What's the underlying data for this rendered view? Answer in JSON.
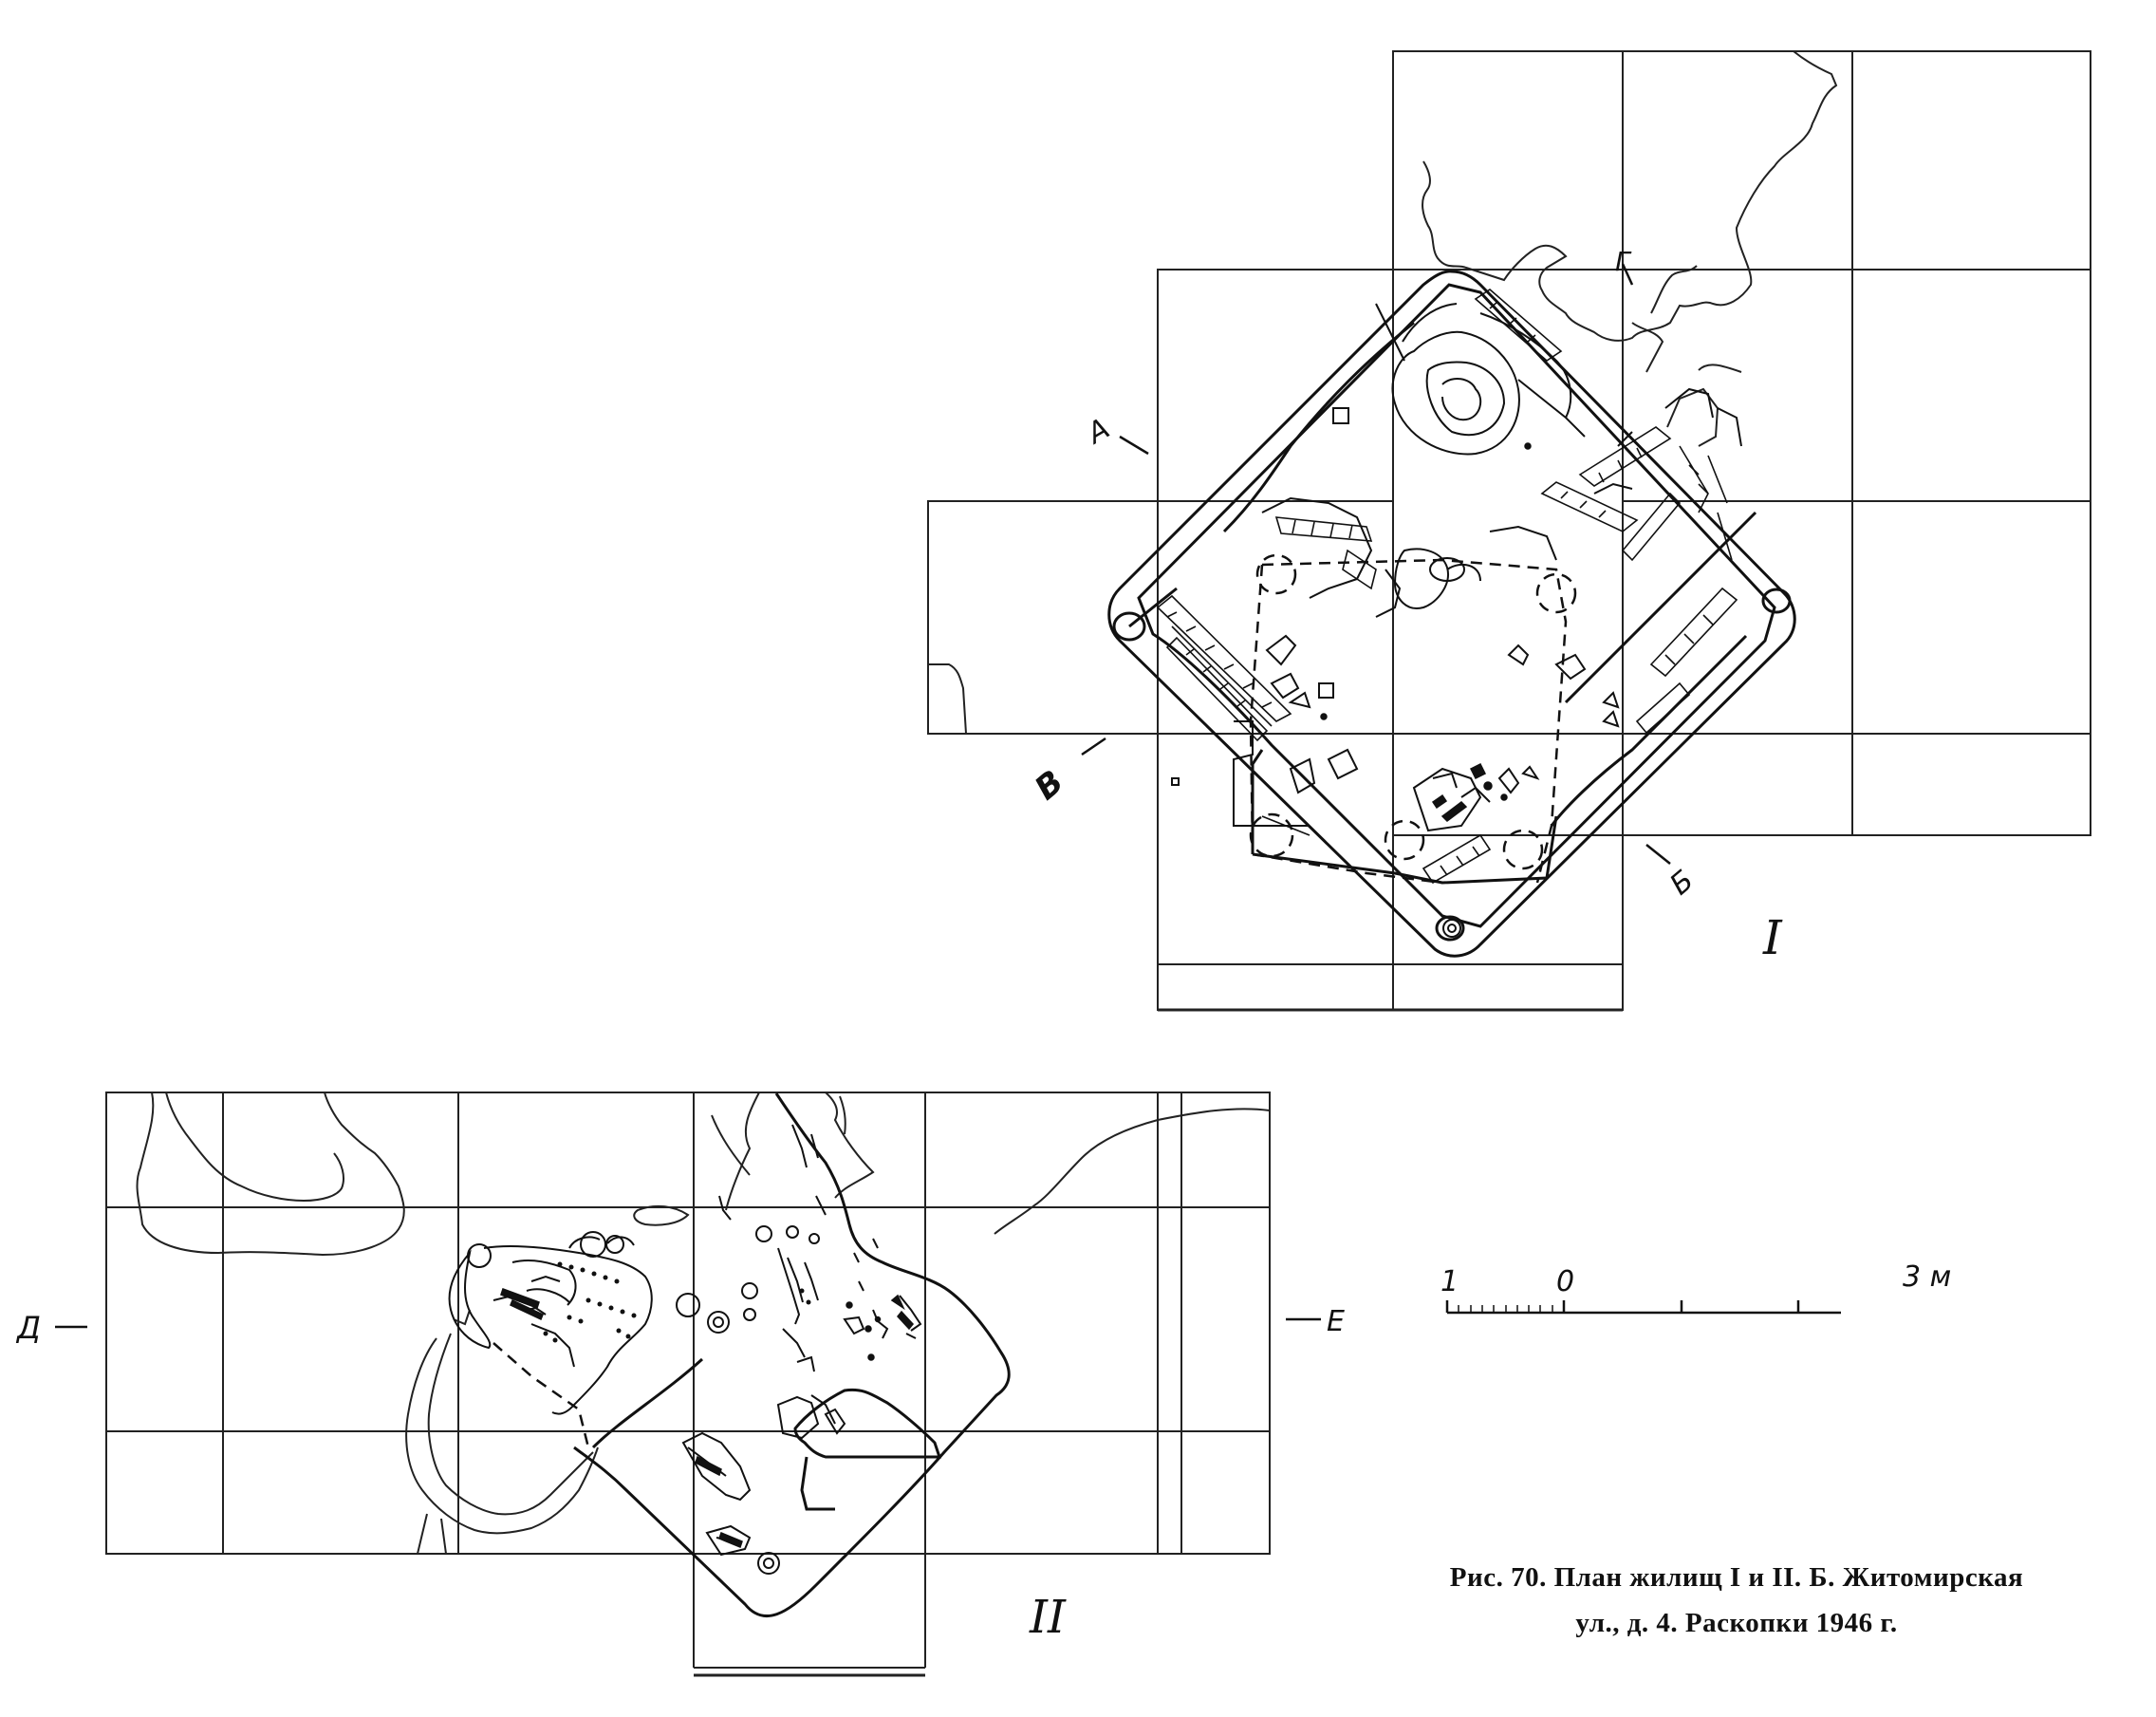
{
  "plan_I": {
    "number": "I",
    "section_markers": {
      "a": "А",
      "b": "Б",
      "v": "В",
      "g": "Г"
    }
  },
  "plan_II": {
    "number": "II",
    "section_markers": {
      "d": "Д",
      "e": "Е"
    }
  },
  "scale_bar": {
    "left": "1",
    "zero": "0",
    "right": "3 м"
  },
  "caption": {
    "line1": "Рис. 70. План жилищ I и II. Б. Житомирская",
    "line2": "ул., д. 4. Раскопки 1946 г."
  }
}
